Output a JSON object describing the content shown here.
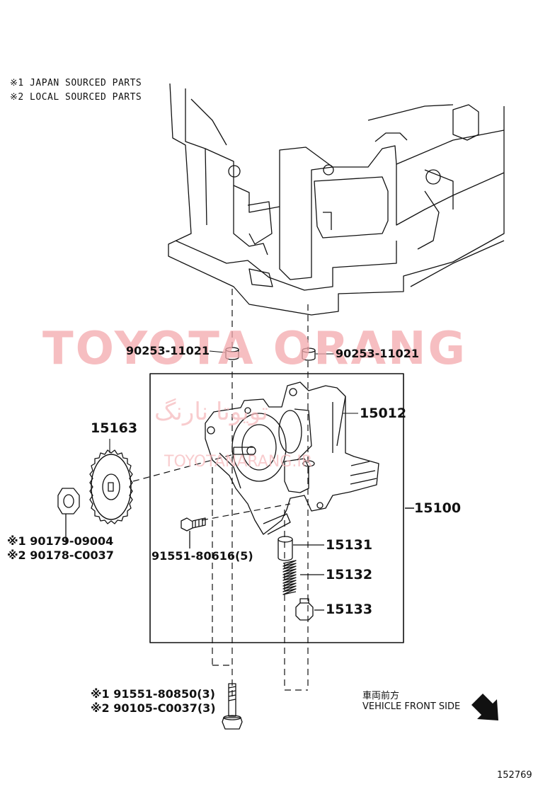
{
  "notes": {
    "note1": "※1 JAPAN SOURCED PARTS",
    "note2": "※2 LOCAL SOURCED PARTS"
  },
  "watermark": {
    "main": "TOYOTA ORANG",
    "persian": "تویوتا نارنگ",
    "url": "TOYOTANARANG.IR"
  },
  "parts": {
    "dowel_left": "90253-11021",
    "dowel_right": "90253-11021",
    "pump_body": "15012",
    "sprocket": "15163",
    "pump_assy": "15100",
    "nut_1": "※1 90179-09004",
    "nut_2": "※2 90178-C0037",
    "small_bolt": "91551-80616(5)",
    "relief_valve": "15131",
    "spring": "15132",
    "plug": "15133",
    "long_bolt_1": "※1 91551-80850(3)",
    "long_bolt_2": "※2 90105-C0037(3)"
  },
  "direction": {
    "japanese": "車両前方",
    "english": "VEHICLE FRONT SIDE"
  },
  "figure_number": "152769"
}
